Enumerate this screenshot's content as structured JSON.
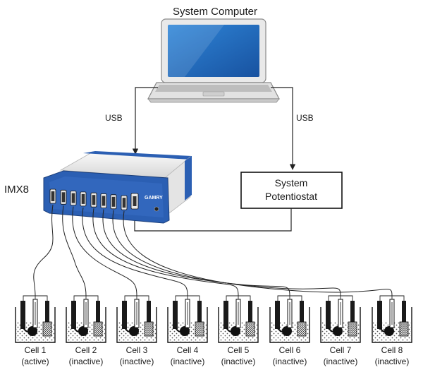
{
  "diagram": {
    "computer": {
      "label": "System Computer"
    },
    "links": {
      "left_usb": "USB",
      "right_usb": "USB"
    },
    "imx8": {
      "label": "IMX8",
      "logo": "GAMRY"
    },
    "potentiostat": {
      "line1": "System",
      "line2": "Potentiostat"
    },
    "cells": [
      {
        "name": "Cell 1",
        "state": "(active)"
      },
      {
        "name": "Cell 2",
        "state": "(inactive)"
      },
      {
        "name": "Cell 3",
        "state": "(inactive)"
      },
      {
        "name": "Cell 4",
        "state": "(inactive)"
      },
      {
        "name": "Cell 5",
        "state": "(inactive)"
      },
      {
        "name": "Cell 6",
        "state": "(inactive)"
      },
      {
        "name": "Cell 7",
        "state": "(inactive)"
      },
      {
        "name": "Cell 8",
        "state": "(inactive)"
      }
    ]
  },
  "colors": {
    "laptop_screen": "#1f6fc0",
    "device_body": "#f2f2f2",
    "device_panel": "#2b5fb3",
    "wire": "#222222",
    "electrolyte": "#d9d9d9"
  }
}
